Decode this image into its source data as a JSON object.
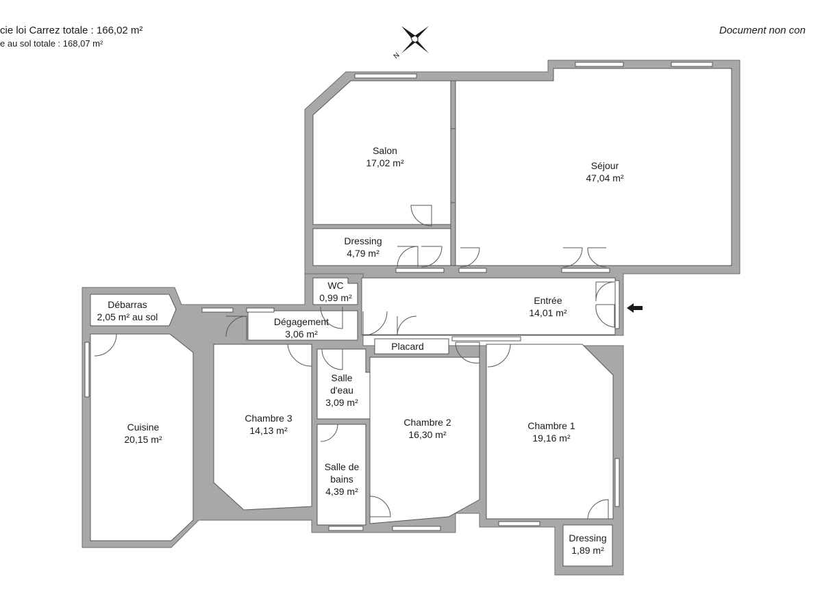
{
  "header": {
    "surface_carrez": "cie loi Carrez totale :  166,02 m²",
    "surface_sol": "e au sol totale :  168,07 m²",
    "disclaimer": "Document non con",
    "compass_label": "N"
  },
  "rooms": [
    {
      "id": "salon",
      "name": "Salon",
      "area": "17,02 m²"
    },
    {
      "id": "sejour",
      "name": "Séjour",
      "area": "47,04 m²"
    },
    {
      "id": "dressing-top",
      "name": "Dressing",
      "area": "4,79 m²"
    },
    {
      "id": "wc",
      "name": "WC",
      "area": "0,99 m²"
    },
    {
      "id": "entree",
      "name": "Entrée",
      "area": "14,01 m²"
    },
    {
      "id": "debarras",
      "name": "Débarras",
      "area": "2,05 m² au sol"
    },
    {
      "id": "degagement",
      "name": "Dégagement",
      "area": "3,06 m²"
    },
    {
      "id": "placard",
      "name": "Placard",
      "area": ""
    },
    {
      "id": "salle-eau",
      "name_lines": [
        "Salle",
        "d'eau"
      ],
      "area": "3,09 m²"
    },
    {
      "id": "cuisine",
      "name": "Cuisine",
      "area": "20,15 m²"
    },
    {
      "id": "chambre-3",
      "name": "Chambre 3",
      "area": "14,13 m²"
    },
    {
      "id": "chambre-2",
      "name": "Chambre 2",
      "area": "16,30 m²"
    },
    {
      "id": "chambre-1",
      "name": "Chambre 1",
      "area": "19,16 m²"
    },
    {
      "id": "salle-bains",
      "name_lines": [
        "Salle de",
        "bains"
      ],
      "area": "4,39 m²"
    },
    {
      "id": "dressing-bottom",
      "name": "Dressing",
      "area": "1,89 m²"
    }
  ],
  "colors": {
    "wall": "#a8a8a8",
    "wall_edge": "#6e6e6e",
    "floor": "#ffffff",
    "ink": "#1a1a1a"
  }
}
